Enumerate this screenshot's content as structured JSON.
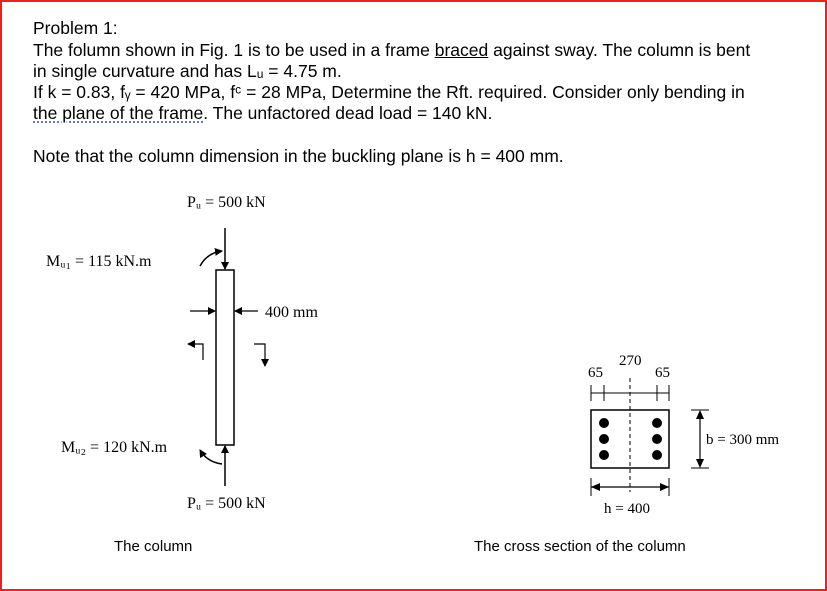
{
  "problem": {
    "title": "Problem 1:",
    "line1_a": "The folumn shown in Fig. 1 is to be used in a frame ",
    "line1_braced": "braced",
    "line1_b": " against sway. The column is bent",
    "line2": "in single curvature and has Lᵤ = 4.75 m.",
    "line3": "If k = 0.83, fᵧ = 420 MPa, fᶜ = 28 MPa, Determine the Rft. required. Consider only bending in",
    "line4_plane": "the plane of the frame",
    "line4_b": ". The unfactored dead load = 140 kN.",
    "note": "Note that the column dimension in the buckling plane is h = 400 mm."
  },
  "figure_column": {
    "pu_top": "Pᵤ = 500 kN",
    "mu1": "Mᵤ₁ = 115 kN.m",
    "width_dim": "400 mm",
    "mu2": "Mᵤ₂ = 120 kN.m",
    "pu_bottom": "Pᵤ = 500 kN",
    "caption": "The column"
  },
  "figure_section": {
    "dim_left": "65",
    "dim_mid": "270",
    "dim_right": "65",
    "b_label": "b = 300 mm",
    "h_label": "h = 400",
    "caption": "The cross section of the column"
  },
  "colors": {
    "border": "#e8231e",
    "ink": "#000000"
  }
}
